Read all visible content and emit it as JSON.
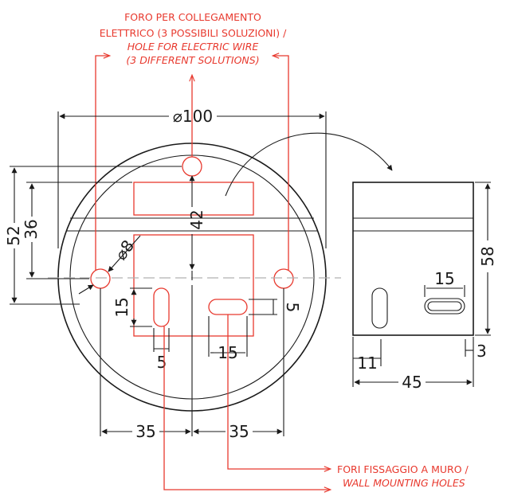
{
  "notes": {
    "hole_it_1": "FORO PER COLLEGAMENTO",
    "hole_it_2": "ELETTRICO (3 POSSIBILI SOLUZIONI) /",
    "hole_en_1": "HOLE FOR ELECTRIC WIRE",
    "hole_en_2": "(3 DIFFERENT SOLUTIONS)",
    "wall_it": "FORI FISSAGGIO A MURO /",
    "wall_en": "WALL MOUNTING HOLES"
  },
  "dimensions": {
    "diameter": "⌀100",
    "total_height": "52",
    "inner_height": "36",
    "center_depth": "42",
    "hole_diameter": "⌀8",
    "slot_left_length": "15",
    "slot_left_width": "5",
    "slot_right_length": "15",
    "slot_right_width": "5",
    "left_offset": "35",
    "right_offset": "35",
    "side_slot_length": "15",
    "side_height": "58",
    "side_left_offset": "11",
    "side_width": "45",
    "side_right_offset": "3"
  },
  "colors": {
    "line": "#1a1a1a",
    "annotation": "#e8392e",
    "axis": "#b0b0b0"
  }
}
